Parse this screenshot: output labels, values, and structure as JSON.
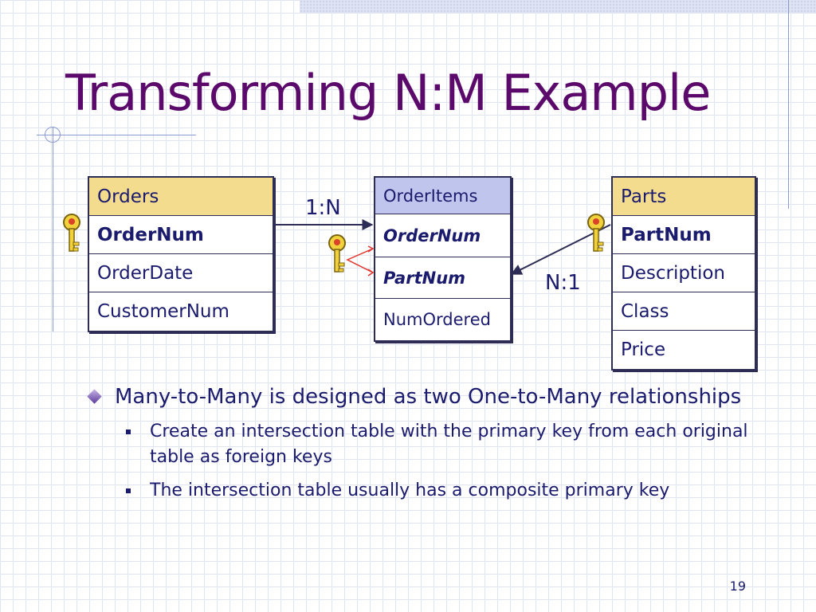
{
  "slide": {
    "title": "Transforming N:M Example",
    "page_number": "19"
  },
  "tables": {
    "orders": {
      "header": "Orders",
      "rows": [
        "OrderNum",
        "OrderDate",
        "CustomerNum"
      ]
    },
    "orderitems": {
      "header": "OrderItems",
      "rows": [
        "OrderNum",
        "PartNum",
        "NumOrdered"
      ]
    },
    "parts": {
      "header": "Parts",
      "rows": [
        "PartNum",
        "Description",
        "Class",
        "Price"
      ]
    }
  },
  "relationships": {
    "orders_to_orderitems": "1:N",
    "orderitems_to_parts": "N:1"
  },
  "bullets": {
    "main": "Many-to-Many is designed as two One-to-Many relationships",
    "sub": [
      "Create an intersection table with the primary key from each original table as foreign keys",
      "The intersection table usually has a composite primary key"
    ]
  },
  "colors": {
    "title": "#5b0a6b",
    "text": "#1b1b6e",
    "header_yellow": "#f4dc8e",
    "header_blue": "#bfc5ec",
    "connector_red": "#e0322a"
  },
  "icons": [
    "key-icon"
  ]
}
